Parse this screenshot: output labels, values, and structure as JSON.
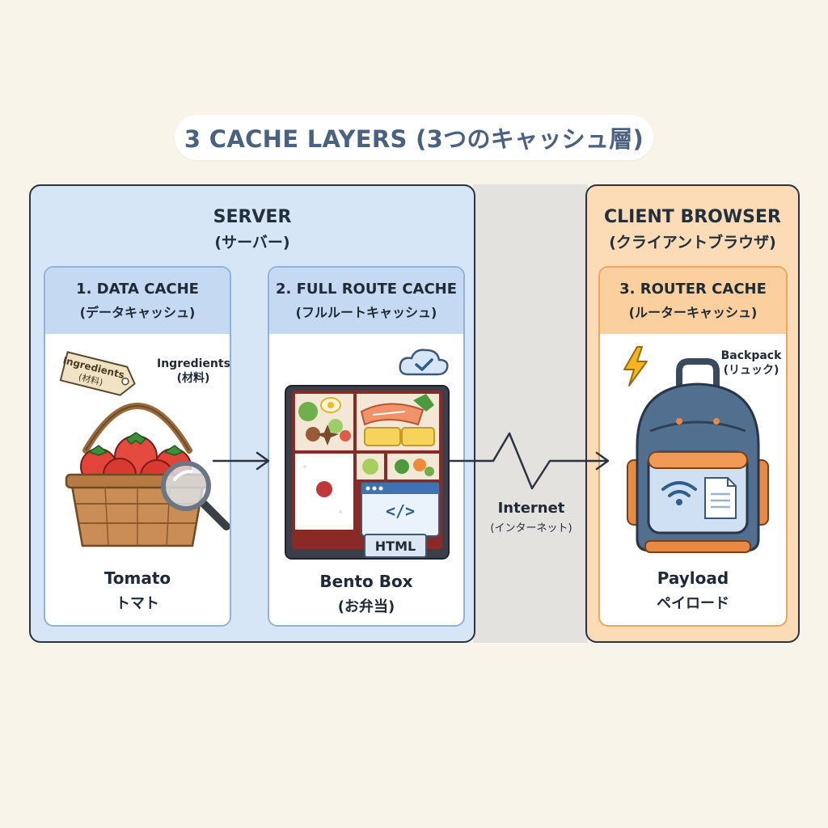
{
  "title": "3 CACHE LAYERS (3つのキャッシュ層)",
  "zones": {
    "server": {
      "label": "SERVER",
      "sublabel": "(サーバー)"
    },
    "client": {
      "label": "CLIENT BROWSER",
      "sublabel": "(クライアントブラウザ)"
    }
  },
  "cards": {
    "data_cache": {
      "label": "1. DATA CACHE",
      "sublabel": "(データキャッシュ)",
      "tag_text": "Ingredients",
      "tag_subtext": "(材料)",
      "side_label": "Ingredients",
      "side_sublabel": "(材料)",
      "caption": "Tomato",
      "caption_sub": "トマト"
    },
    "full_route_cache": {
      "label": "2. FULL ROUTE CACHE",
      "sublabel": "(フルルートキャッシュ)",
      "window_text": "</>",
      "html_label": "HTML",
      "caption": "Bento Box",
      "caption_sub": "(お弁当)"
    },
    "router_cache": {
      "label": "3. ROUTER CACHE",
      "sublabel": "(ルーターキャッシュ)",
      "side_label": "Backpack",
      "side_sublabel": "(リュック)",
      "caption": "Payload",
      "caption_sub": "ペイロード"
    }
  },
  "internet": {
    "label": "Internet",
    "sublabel": "(インターネット)"
  },
  "icons": {
    "basket": "tomato-basket-icon",
    "magnifier": "magnifying-glass-icon",
    "bento": "bento-box-icon",
    "cloud": "cloud-check-icon",
    "backpack": "backpack-icon",
    "lightning": "lightning-icon",
    "wifi": "wifi-icon",
    "document": "document-icon"
  },
  "colors": {
    "server_bg": "#d7e6f6",
    "client_bg": "#fbdcb6",
    "blue_header": "#c5daf2",
    "orange_header": "#fbcf9e",
    "title_text": "#4a6280"
  }
}
